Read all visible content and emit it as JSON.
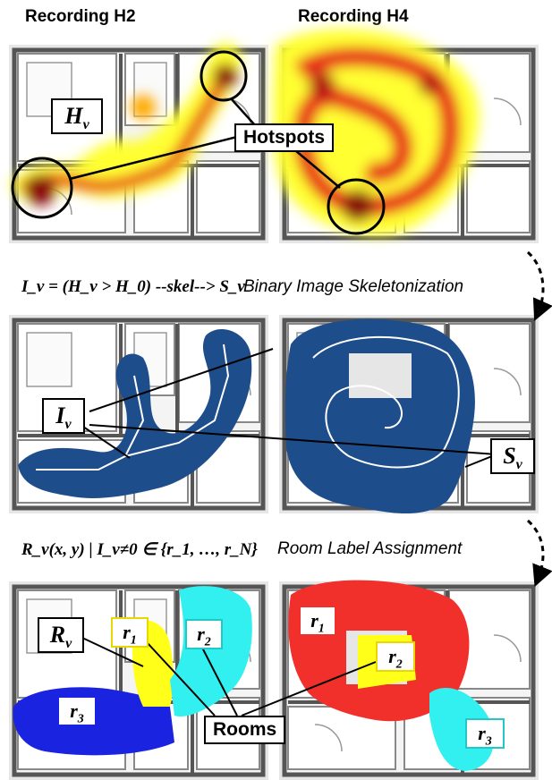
{
  "titles": {
    "left": "Recording H2",
    "right": "Recording H4"
  },
  "equations": {
    "skeleton": "I_v = (H_v > H_0) --skel--> S_v",
    "skeleton_caption": "Binary Image Skeletonization",
    "room": "R_v(x, y) | I_v≠0 ∈ {r_1, …, r_N}",
    "room_caption": "Room Label Assignment"
  },
  "labels": {
    "hotspots": "Hotspots",
    "rooms": "Rooms",
    "Hv": "H",
    "Iv": "I",
    "Sv": "S",
    "Rv": "R",
    "sub_v": "v",
    "r": "r",
    "r1": "1",
    "r2": "2",
    "r3": "3"
  },
  "colors": {
    "heat_red": "#e8251c",
    "heat_yellow": "#ffff33",
    "mask_blue": "#1e4d8c",
    "room_yellow": "#ffff1a",
    "room_cyan": "#33f0f0",
    "room_blue": "#1a23e0",
    "room_red": "#f2302b",
    "floor_wall": "#555555"
  }
}
